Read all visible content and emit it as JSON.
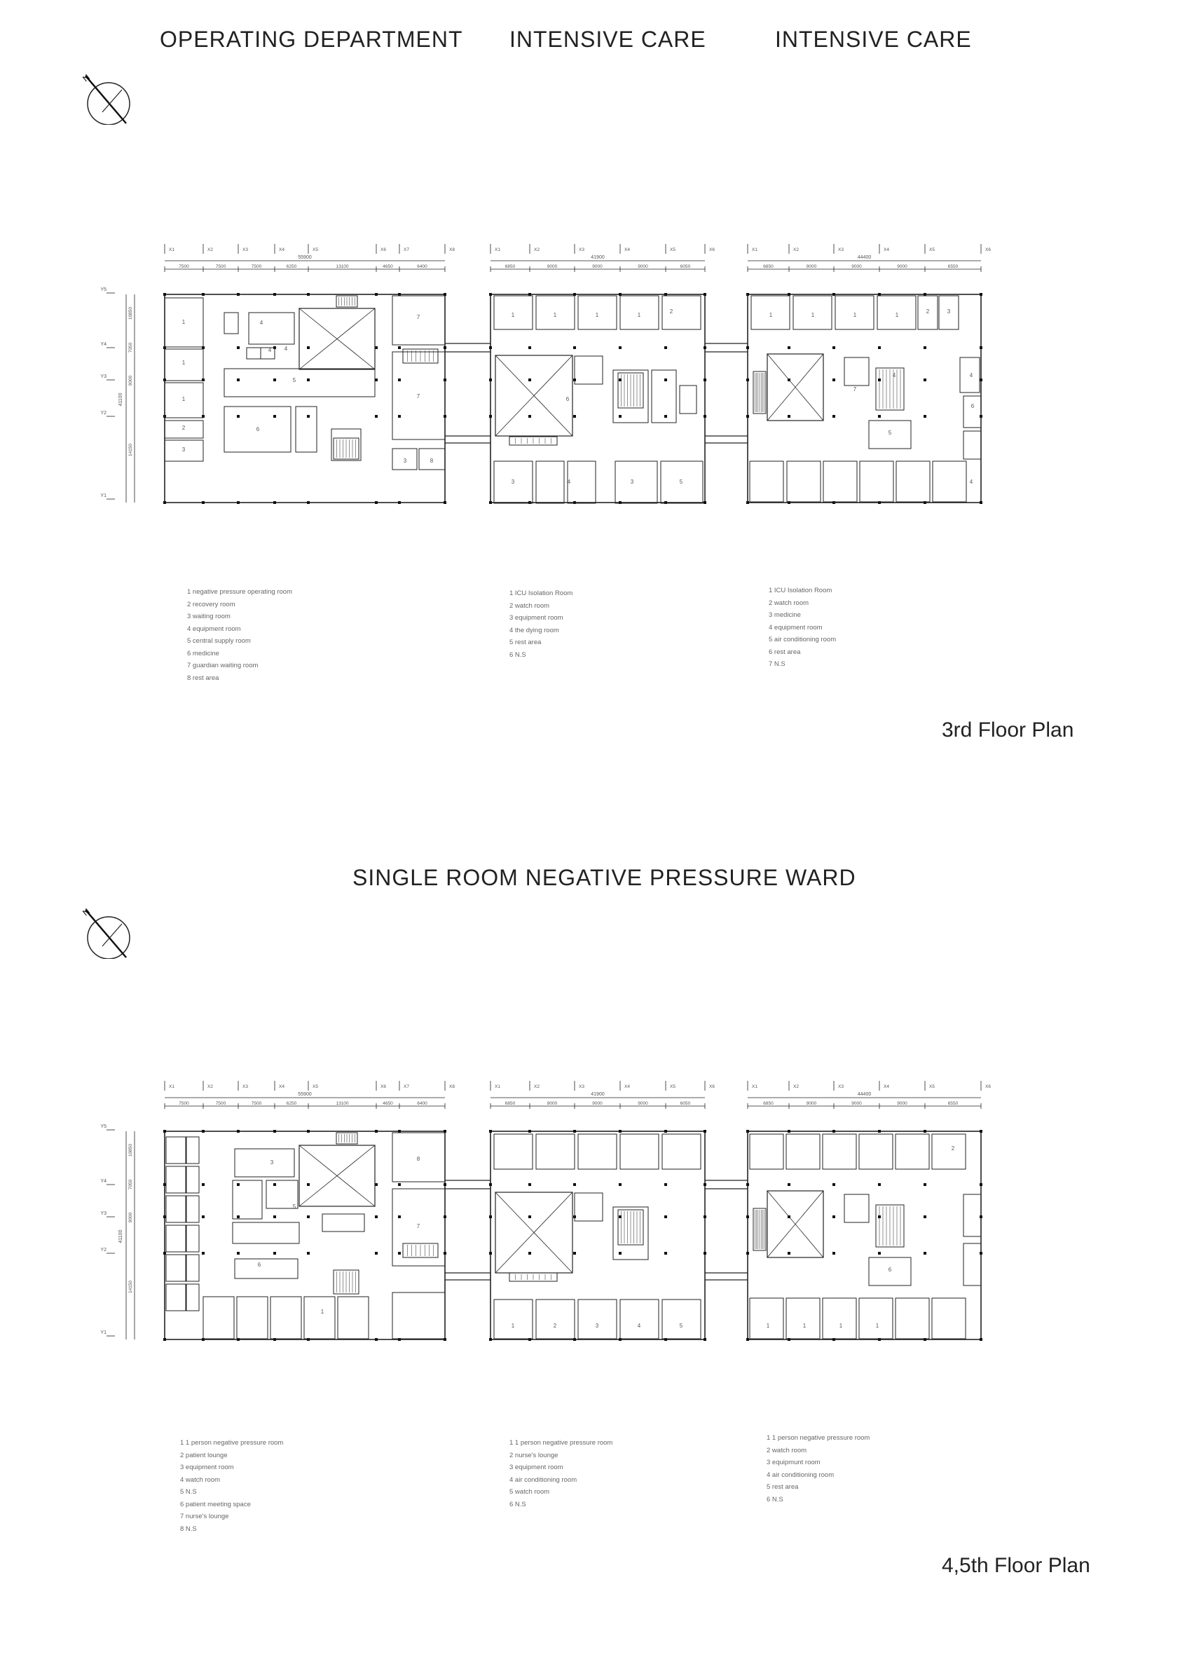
{
  "sheet": {
    "upper": {
      "titles": [
        "OPERATING DEPARTMENT",
        "INTENSIVE CARE",
        "INTENSIVE CARE"
      ],
      "plan_label": "3rd Floor Plan",
      "legends": [
        [
          "1 negative pressure operating room",
          "2 recovery room",
          "3 waiting room",
          "4 equipment room",
          "5 central supply room",
          "6 medicine",
          "7 guardian waiting room",
          "8 rest area"
        ],
        [
          "1 ICU Isolation Room",
          "2 watch room",
          "3 equipment room",
          "4 the dying room",
          "5 rest area",
          "6 N.S"
        ],
        [
          "1 ICU Isolation Room",
          "2 watch room",
          "3 medicine",
          "4 equipment room",
          "5 air conditioning room",
          "6 rest area",
          "7 N.S"
        ]
      ]
    },
    "lower": {
      "title": "SINGLE ROOM NEGATIVE PRESSURE WARD",
      "plan_label": "4,5th Floor Plan",
      "legends": [
        [
          "1 1 person negative pressure room",
          "2 patient lounge",
          "3 equipment room",
          "4 watch room",
          "5 N.S",
          "6 patient meeting space",
          "7 nurse's lounge",
          "8 N.S"
        ],
        [
          "1 1 person negative pressure room",
          "2 nurse's lounge",
          "3 equipment room",
          "4 air conditioning room",
          "5 watch room",
          "6 N.S"
        ],
        [
          "1 1 person negative pressure room",
          "2 watch room",
          "3 equipmunt room",
          "4 air conditioning room",
          "5 rest area",
          "6 N.S"
        ]
      ]
    },
    "north_label": "N",
    "grid": {
      "a_axes": [
        "X1",
        "X2",
        "X3",
        "X4",
        "X5",
        "X6",
        "X7",
        "X8"
      ],
      "b_axes": [
        "X1",
        "X2",
        "X3",
        "X4",
        "X5",
        "X6"
      ],
      "c_axes": [
        "X1",
        "X2",
        "X3",
        "X4",
        "X5",
        "X6"
      ],
      "y_axes": [
        "Y5",
        "Y4",
        "Y3",
        "Y2",
        "Y1"
      ],
      "a_total": "55900",
      "b_total": "41900",
      "c_total": "44400",
      "a_dims": [
        "7500",
        "7500",
        "7500",
        "6250",
        "13100",
        "4650",
        "6400"
      ],
      "b_dims": [
        "6850",
        "9000",
        "9000",
        "9000",
        "6050"
      ],
      "c_dims": [
        "6850",
        "9000",
        "9000",
        "9000",
        "6550"
      ],
      "y_total": "41100",
      "y_dims": [
        "10850",
        "7050",
        "9000",
        "14150"
      ]
    },
    "upper_rooms": {
      "a": [
        "1",
        "1",
        "1",
        "2",
        "3",
        "4",
        "4",
        "4",
        "5",
        "6",
        "7",
        "7",
        "3",
        "8"
      ],
      "b": [
        "1",
        "1",
        "1",
        "1",
        "2",
        "6",
        "3",
        "4",
        "3",
        "5"
      ],
      "c": [
        "1",
        "1",
        "1",
        "1",
        "2",
        "3",
        "4",
        "4",
        "6",
        "7",
        "5",
        "4"
      ]
    },
    "lower_rooms": {
      "a": [
        "3",
        "8",
        "7",
        "5",
        "6",
        "1"
      ],
      "b": [
        "1",
        "2",
        "3",
        "4",
        "5"
      ],
      "c": [
        "2",
        "6",
        "1",
        "1",
        "1",
        "1"
      ]
    }
  }
}
